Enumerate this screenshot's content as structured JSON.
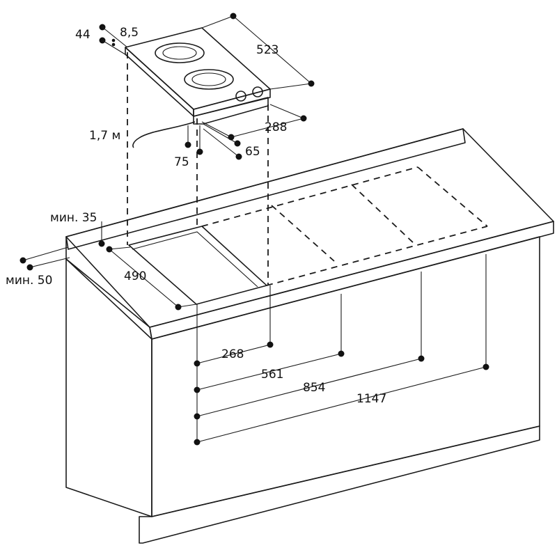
{
  "diagram": {
    "dimensions": {
      "d44": "44",
      "d8_5": "8,5",
      "d523": "523",
      "d288": "288",
      "d65": "65",
      "d75": "75",
      "cable": "1,7 м",
      "min35": "мин. 35",
      "min50": "мин. 50",
      "d490": "490",
      "d268": "268",
      "d561": "561",
      "d854": "854",
      "d1147": "1147"
    }
  }
}
